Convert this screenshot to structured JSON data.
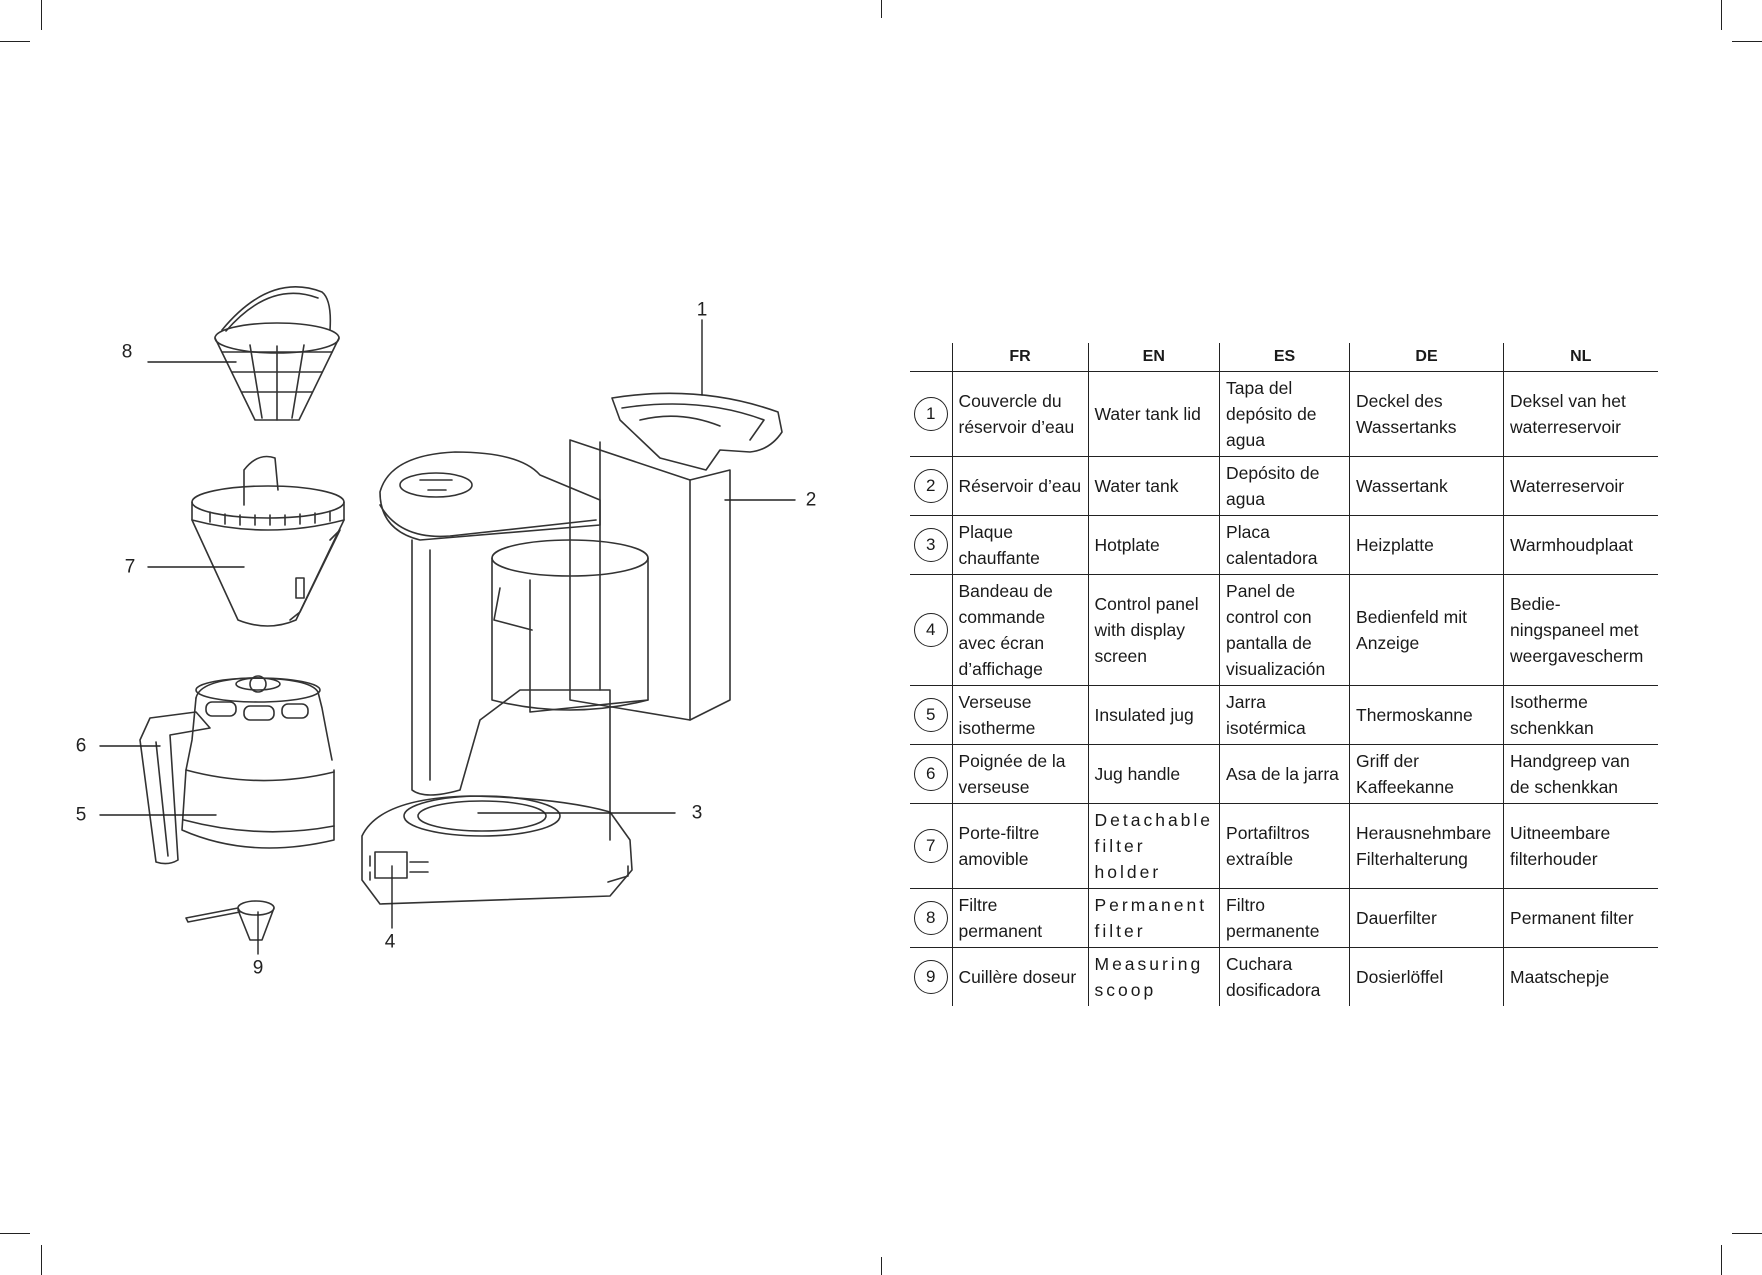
{
  "diagram": {
    "callouts": [
      "1",
      "2",
      "3",
      "4",
      "5",
      "6",
      "7",
      "8",
      "9"
    ]
  },
  "table": {
    "headers": [
      "FR",
      "EN",
      "ES",
      "DE",
      "NL"
    ],
    "rows": [
      {
        "num": "1",
        "fr": "Couvercle du réservoir d’eau",
        "en": "Water tank lid",
        "es": "Tapa del depósito de agua",
        "de": "Deckel des Wassertanks",
        "nl": "Deksel van het waterreservoir"
      },
      {
        "num": "2",
        "fr": "Réservoir d’eau",
        "en": "Water tank",
        "es": "Depósito de agua",
        "de": "Wassertank",
        "nl": "Waterreservoir"
      },
      {
        "num": "3",
        "fr": "Plaque chauffante",
        "en": "Hotplate",
        "es": "Placa calentadora",
        "de": "Heizplatte",
        "nl": "Warmhoudplaat"
      },
      {
        "num": "4",
        "fr": "Bandeau de commande avec écran d’affichage",
        "en": "Control panel with display screen",
        "es": "Panel de control con pantalla de visualización",
        "de": "Bedienfeld mit Anzeige",
        "nl": "Bedie-ningspaneel met weergavescherm"
      },
      {
        "num": "5",
        "fr": "Verseuse isotherme",
        "en": "Insulated jug",
        "es": "Jarra isotérmica",
        "de": "Thermoskanne",
        "nl": "Isotherme schenkkan"
      },
      {
        "num": "6",
        "fr": "Poignée de la verseuse",
        "en": "Jug handle",
        "es": "Asa de la jarra",
        "de": "Griff der Kaffeekanne",
        "nl": "Handgreep van de schenkkan"
      },
      {
        "num": "7",
        "fr": "Porte-filtre amovible",
        "en": "Detachable filter holder",
        "es": "Portafiltros extraíble",
        "de": "Herausnehmbare Filterhalterung",
        "nl": "Uitneembare filterhouder"
      },
      {
        "num": "8",
        "fr": "Filtre permanent",
        "en": "Permanent filter",
        "es": "Filtro permanente",
        "de": "Dauerfilter",
        "nl": "Permanent filter"
      },
      {
        "num": "9",
        "fr": "Cuillère doseur",
        "en": "Measuring scoop",
        "es": "Cuchara dosificadora",
        "de": "Dosierlöffel",
        "nl": "Maatschepje"
      }
    ]
  }
}
